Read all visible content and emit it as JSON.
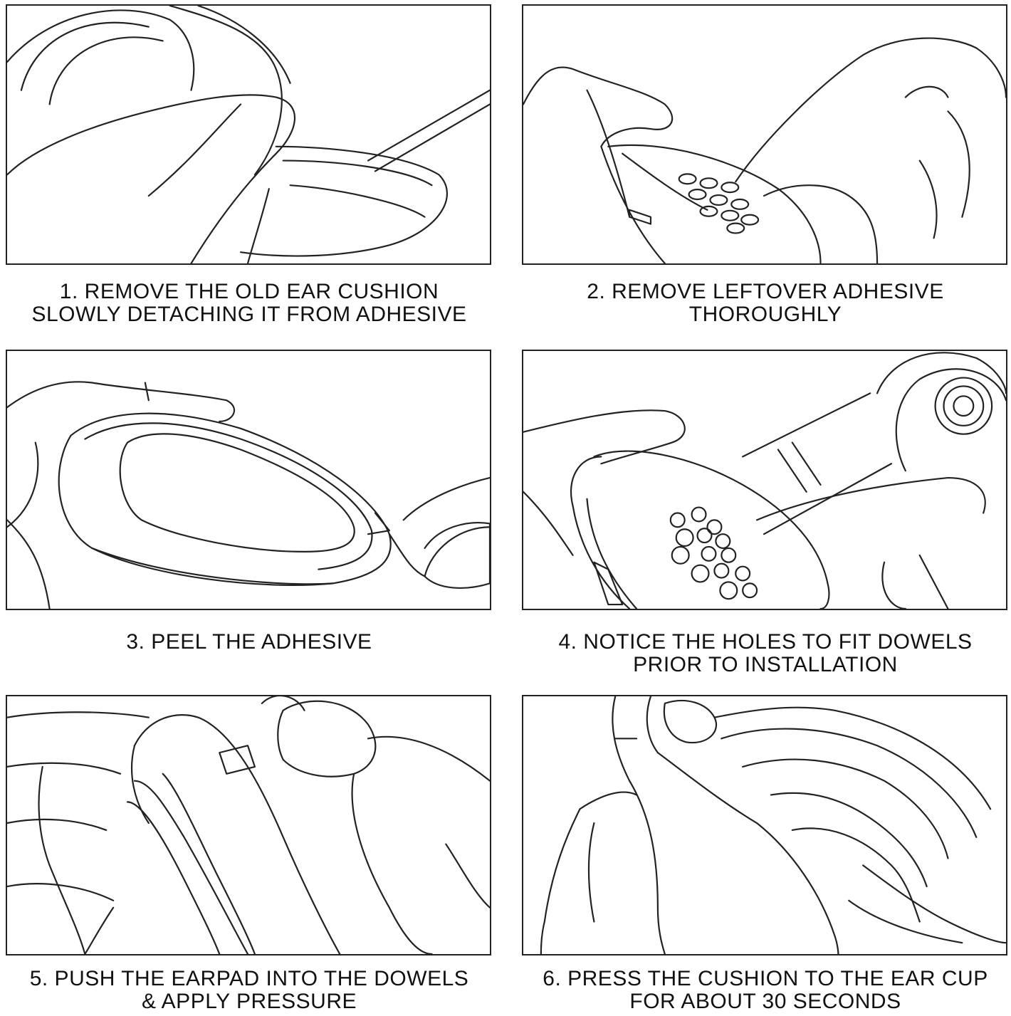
{
  "steps": [
    {
      "line1": "1. REMOVE THE OLD EAR CUSHION",
      "line2": "SLOWLY DETACHING IT FROM ADHESIVE"
    },
    {
      "line1": "2. REMOVE LEFTOVER ADHESIVE",
      "line2": "THOROUGHLY"
    },
    {
      "line1": "3. PEEL THE ADHESIVE",
      "line2": ""
    },
    {
      "line1": "4. NOTICE THE HOLES TO FIT DOWELS",
      "line2": "PRIOR TO INSTALLATION"
    },
    {
      "line1": "5. PUSH THE EARPAD INTO THE DOWELS",
      "line2": "& APPLY PRESSURE"
    },
    {
      "line1": "6. PRESS THE CUSHION TO THE EAR CUP",
      "line2": "FOR ABOUT 30 SECONDS"
    }
  ]
}
